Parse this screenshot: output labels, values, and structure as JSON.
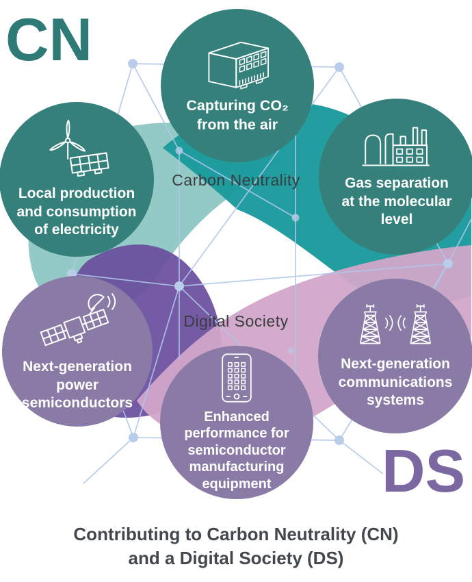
{
  "title": "Contributing to Carbon Neutrality (CN) and a Digital Society (DS)",
  "badges": {
    "cn": "CN",
    "ds": "DS"
  },
  "bands": {
    "carbon_neutrality": {
      "label": "Carbon Neutrality"
    },
    "digital_society": {
      "label": "Digital Society"
    }
  },
  "circles": [
    {
      "id": "capturing-co2",
      "group": "carbon-neutrality",
      "icon": "dac-unit-icon",
      "lines": [
        "Capturing CO₂",
        "from the air"
      ]
    },
    {
      "id": "local-electricity",
      "group": "carbon-neutrality",
      "icon": "wind-turbine-solar-icon",
      "lines": [
        "Local production",
        "and consumption",
        "of electricity"
      ]
    },
    {
      "id": "gas-separation",
      "group": "carbon-neutrality",
      "icon": "factory-icon",
      "lines": [
        "Gas separation",
        "at the molecular",
        "level"
      ]
    },
    {
      "id": "power-semiconductors",
      "group": "digital-society",
      "icon": "satellite-icon",
      "lines": [
        "Next-generation",
        "power",
        "semiconductors"
      ]
    },
    {
      "id": "semiconductor-equipment",
      "group": "digital-society",
      "icon": "smartphone-icon",
      "lines": [
        "Enhanced",
        "performance for",
        "semiconductor",
        "manufacturing",
        "equipment"
      ]
    },
    {
      "id": "communications-systems",
      "group": "digital-society",
      "icon": "radio-towers-icon",
      "lines": [
        "Next-generation",
        "communications",
        "systems"
      ]
    }
  ],
  "caption": {
    "line1": "Contributing to Carbon Neutrality (CN)",
    "line2": "and a Digital Society (DS)"
  },
  "colors": {
    "teal_circle": "#35807B",
    "teal_band": "#1A9A9C",
    "seafoam_band": "#8FC8C4",
    "purple_circle": "#897AA6",
    "purple_band": "#6B4F9E",
    "pink_band": "#D2A7C9",
    "network_line": "#AFC7E8",
    "network_node": "#B9CDEA",
    "cn_badge": "#2D7A76",
    "ds_badge": "#7B68A1",
    "band_label_text": "#3A3D3F",
    "caption_text": "#43484C",
    "circle_text": "#FFFFFF"
  }
}
